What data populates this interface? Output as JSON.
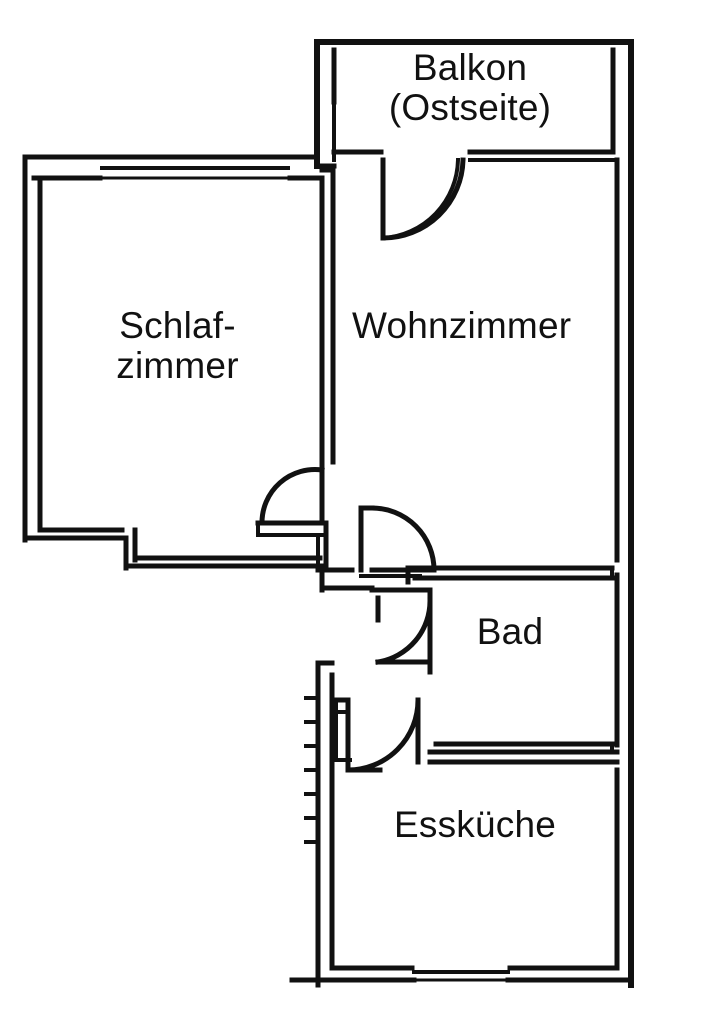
{
  "document": {
    "type": "architectural-floor-plan",
    "language": "de",
    "background_color": "#ffffff",
    "line_color": "#111111"
  },
  "rooms": [
    {
      "id": "balkon",
      "label_line_1": "Balkon",
      "label_line_2": "(Ostseite)",
      "label": "Balkon\n(Ostseite)",
      "position": "top-right"
    },
    {
      "id": "schlafzimmer",
      "label_line_1": "Schlaf-",
      "label_line_2": "zimmer",
      "label": "Schlaf-\nzimmer",
      "position": "left"
    },
    {
      "id": "wohnzimmer",
      "label_line_1": "Wohnzimmer",
      "label_line_2": "",
      "label": "Wohnzimmer",
      "position": "center-right"
    },
    {
      "id": "bad",
      "label_line_1": "Bad",
      "label_line_2": "",
      "label": "Bad",
      "position": "middle-right"
    },
    {
      "id": "esskueche",
      "label_line_1": "Essküche",
      "label_line_2": "",
      "label": "Essküche",
      "position": "bottom-right"
    }
  ],
  "features": {
    "doors": [
      "balkon-door-swing",
      "schlafzimmer-door-swing",
      "wohnzimmer-hall-door-swing",
      "bad-door-swing",
      "esskueche-door-swing"
    ],
    "windows": [
      "schlafzimmer-north-window",
      "esskueche-south-window"
    ],
    "wall_style": "double-line",
    "hatching": "esskueche-west-wall-ticks"
  }
}
